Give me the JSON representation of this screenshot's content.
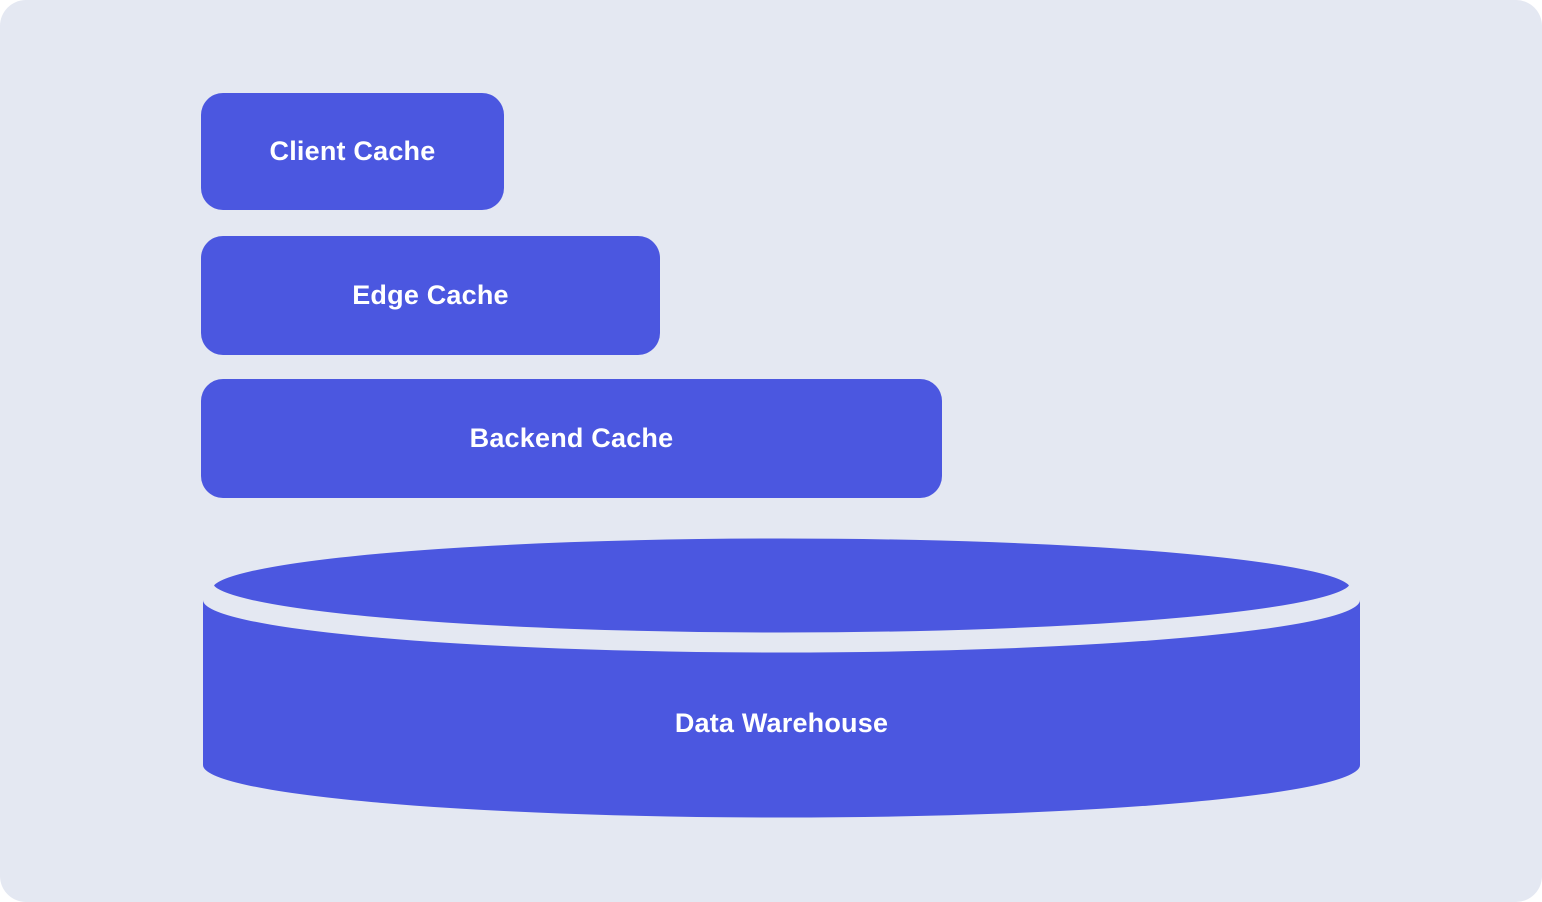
{
  "diagram": {
    "type": "layered-cache-architecture",
    "colors": {
      "page_background": "#ffffff",
      "canvas_background": "#e4e8f2",
      "shape_fill": "#4b57e0",
      "label_text": "#ffffff"
    },
    "nodes": [
      {
        "id": "client-cache",
        "label": "Client Cache",
        "shape": "rounded-rectangle"
      },
      {
        "id": "edge-cache",
        "label": "Edge Cache",
        "shape": "rounded-rectangle"
      },
      {
        "id": "backend-cache",
        "label": "Backend Cache",
        "shape": "rounded-rectangle"
      },
      {
        "id": "data-warehouse",
        "label": "Data Warehouse",
        "shape": "cylinder"
      }
    ]
  }
}
